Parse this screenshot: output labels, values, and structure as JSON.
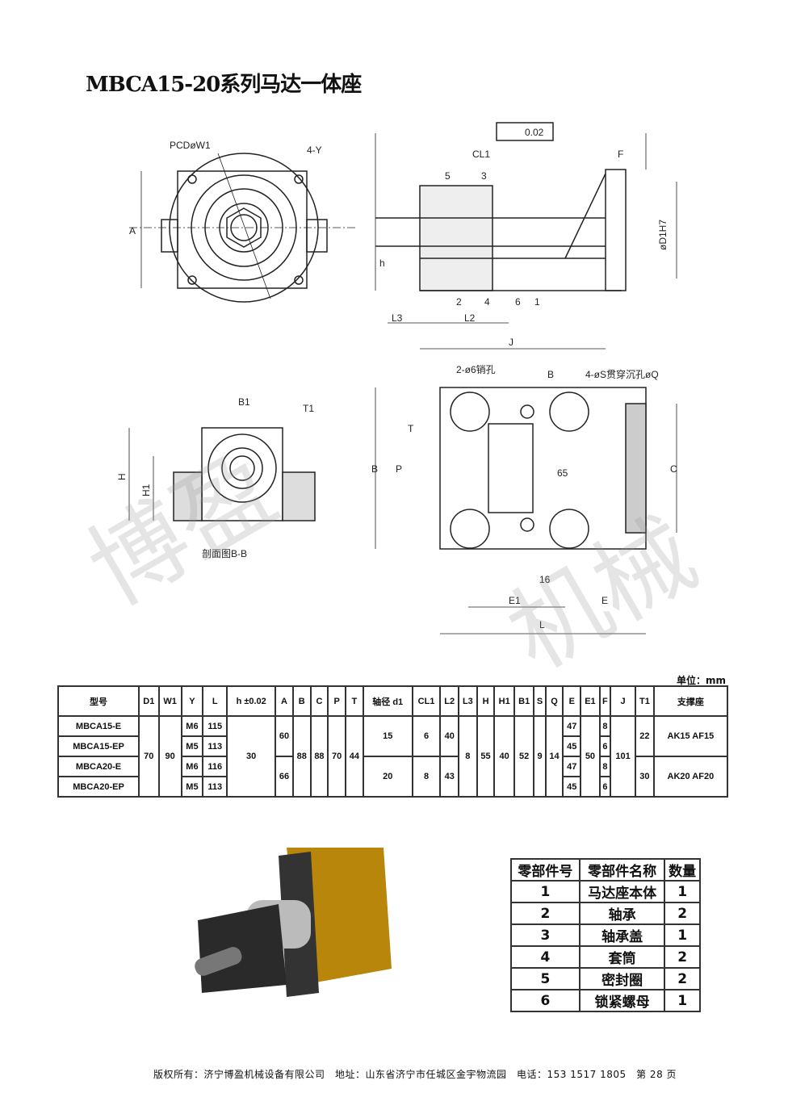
{
  "title": "MBCA15-20系列马达一体座",
  "drawing": {
    "pcd": "PCDøW1",
    "y": "4-Y",
    "a": "A",
    "h": "h",
    "flatness": "0.02",
    "cl1": "CL1",
    "f": "F",
    "d1h7": "øD1H7",
    "l3": "L3",
    "l2": "L2",
    "j": "J",
    "b1": "B1",
    "t1": "T1",
    "hh": "H",
    "h1": "H1",
    "section": "剖面图B-B",
    "pin": "2-ø6销孔",
    "bsec": "B",
    "bolt": "4-øS贯穿沉孔øQ",
    "b": "B",
    "p": "P",
    "t": "T",
    "c": "C",
    "dim65": "65",
    "dim16": "16",
    "e1": "E1",
    "e": "E",
    "l": "L",
    "parts": [
      "1",
      "2",
      "3",
      "4",
      "5",
      "6"
    ]
  },
  "unit": "单位：mm",
  "spec": {
    "headers": [
      "型号",
      "D1",
      "W1",
      "Y",
      "L",
      "h ±0.02",
      "A",
      "B",
      "C",
      "P",
      "T",
      "轴径 d1",
      "CL1",
      "L2",
      "L3",
      "H",
      "H1",
      "B1",
      "S",
      "Q",
      "E",
      "E1",
      "F",
      "J",
      "T1",
      "支撑座"
    ],
    "models": [
      "MBCA15-E",
      "MBCA15-EP",
      "MBCA20-E",
      "MBCA20-EP"
    ],
    "D1": "70",
    "W1": "90",
    "Y": [
      "M6",
      "M5",
      "M6",
      "M5"
    ],
    "L": [
      "115",
      "113",
      "116",
      "113"
    ],
    "h": "30",
    "A": [
      "60",
      "66"
    ],
    "B": "88",
    "C": "88",
    "P": "70",
    "T": "44",
    "d1": [
      "15",
      "20"
    ],
    "CL1": [
      "6",
      "8"
    ],
    "L2": [
      "40",
      "43"
    ],
    "L3": "8",
    "H": "55",
    "H1": "40",
    "B1": "52",
    "S": "9",
    "Q": "14",
    "E": [
      "47",
      "45",
      "47",
      "45"
    ],
    "E1": "50",
    "F": [
      "8",
      "6",
      "8",
      "6"
    ],
    "J": "101",
    "T1": [
      "22",
      "30"
    ],
    "support": [
      "AK15 AF15",
      "AK20 AF20"
    ]
  },
  "parts": {
    "headers": [
      "零部件号",
      "零部件名称",
      "数量"
    ],
    "rows": [
      [
        "1",
        "马达座本体",
        "1"
      ],
      [
        "2",
        "轴承",
        "2"
      ],
      [
        "3",
        "轴承盖",
        "1"
      ],
      [
        "4",
        "套筒",
        "2"
      ],
      [
        "5",
        "密封圈",
        "2"
      ],
      [
        "6",
        "锁紧螺母",
        "1"
      ]
    ]
  },
  "footer": "版权所有：济宁博盈机械设备有限公司　地址：山东省济宁市任城区金宇物流园　电话：153 1517 1805　第 28 页",
  "watermark": "博盈机械"
}
